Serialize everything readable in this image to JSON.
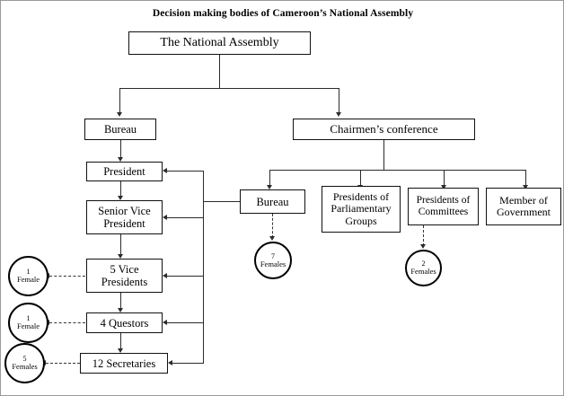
{
  "title": "Decision making bodies of Cameroon’s National Assembly",
  "nodes": {
    "root": "The National Assembly",
    "bureau_left": "Bureau",
    "chairmens_conference": "Chairmen’s conference",
    "president": "President",
    "senior_vice_president": "Senior Vice President",
    "vice_presidents": "5 Vice Presidents",
    "questors": "4 Questors",
    "secretaries": "12 Secretaries",
    "bureau_right": "Bureau",
    "presidents_parliamentary_groups": "Presidents of Parliamentary Groups",
    "presidents_committees": "Presidents of Committees",
    "member_of_government": "Member of Government"
  },
  "counts": {
    "vice_presidents_female": {
      "num": "1",
      "label": "Female"
    },
    "questors_female": {
      "num": "1",
      "label": "Female"
    },
    "secretaries_female": {
      "num": "5",
      "label": "Females"
    },
    "bureau_right_female": {
      "num": "7",
      "label": "Females"
    },
    "committees_female": {
      "num": "2",
      "label": "Females"
    }
  },
  "colors": {
    "line": "#2b2b2b",
    "box_border": "#111111",
    "text": "#000000",
    "background": "#ffffff"
  }
}
